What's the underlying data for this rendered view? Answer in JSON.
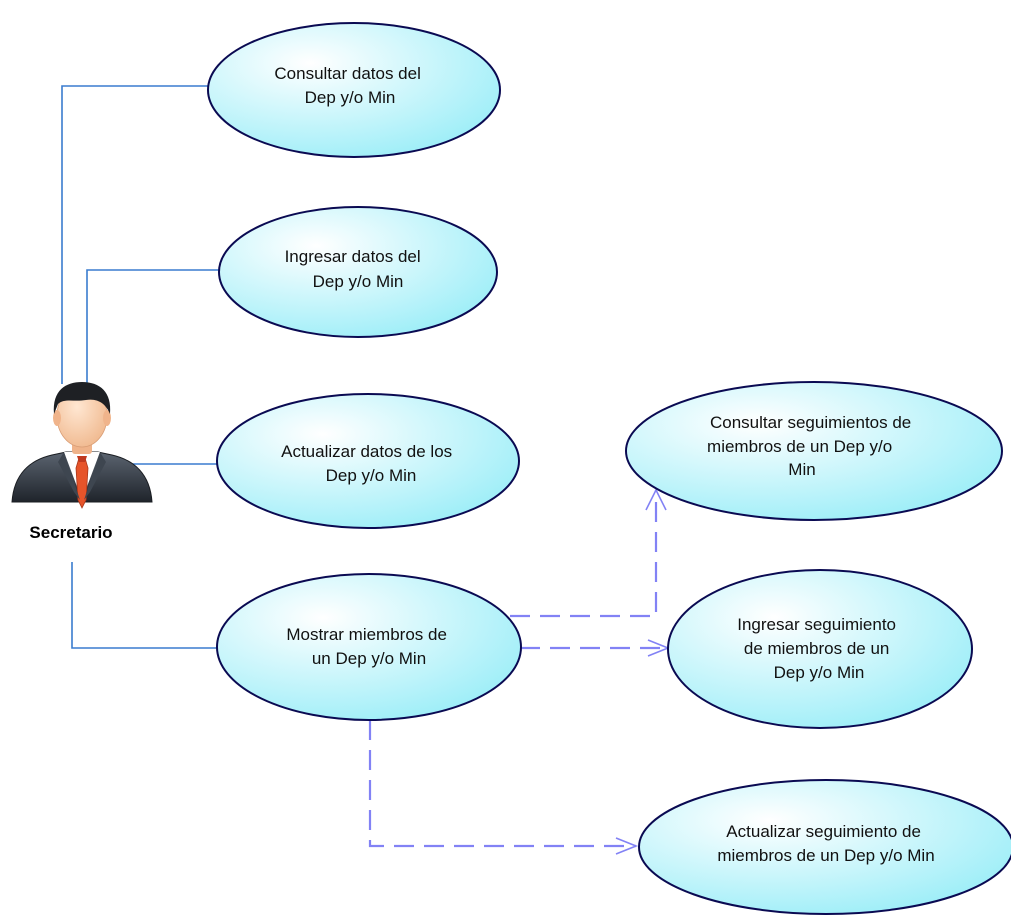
{
  "actor": {
    "name": "Secretario",
    "icon": "businessman-icon"
  },
  "use_cases": [
    {
      "id": "uc1",
      "lines": [
        "Consultar datos del",
        "Dep y/o Min"
      ]
    },
    {
      "id": "uc2",
      "lines": [
        "Ingresar datos del",
        "Dep y/o Min"
      ]
    },
    {
      "id": "uc3",
      "lines": [
        "Actualizar datos de los",
        "Dep y/o Min"
      ]
    },
    {
      "id": "uc4",
      "lines": [
        "Mostrar miembros de",
        "un Dep y/o Min"
      ]
    },
    {
      "id": "uc5",
      "lines": [
        "Consultar seguimientos de",
        "miembros de un Dep y/o",
        "Min"
      ]
    },
    {
      "id": "uc6",
      "lines": [
        "Ingresar seguimiento",
        "de miembros de un",
        "Dep y/o Min"
      ]
    },
    {
      "id": "uc7",
      "lines": [
        "Actualizar seguimiento de",
        "miembros de un Dep y/o Min"
      ]
    }
  ],
  "relations": [
    {
      "from": "actor",
      "to": "uc1",
      "kind": "association"
    },
    {
      "from": "actor",
      "to": "uc2",
      "kind": "association"
    },
    {
      "from": "actor",
      "to": "uc3",
      "kind": "association"
    },
    {
      "from": "actor",
      "to": "uc4",
      "kind": "association"
    },
    {
      "from": "uc4",
      "to": "uc5",
      "kind": "dependency"
    },
    {
      "from": "uc4",
      "to": "uc6",
      "kind": "dependency"
    },
    {
      "from": "uc4",
      "to": "uc7",
      "kind": "dependency"
    }
  ],
  "colors": {
    "association": "#3a7ccf",
    "dependency": "#8282f5",
    "ellipse_stroke": "#0a0a52",
    "ellipse_fill_light": "#ffffff",
    "ellipse_fill_dark": "#92ecf7"
  }
}
